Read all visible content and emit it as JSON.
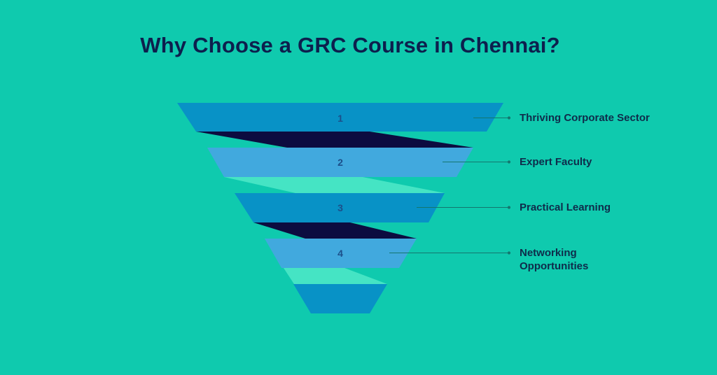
{
  "title": "Why Choose a GRC Course in Chennai?",
  "colors": {
    "background": "#0fcaae",
    "band_dark_blue": "#0892c6",
    "band_light_blue": "#41a9de",
    "connector_navy": "#0c0c40",
    "connector_mint": "#45e4c4",
    "title_text": "#0d1f4d",
    "label_text": "#0f2b4a",
    "leader_line": "#14766e"
  },
  "funnel": {
    "levels": [
      {
        "number": "1",
        "label": "Thriving Corporate Sector"
      },
      {
        "number": "2",
        "label": "Expert Faculty"
      },
      {
        "number": "3",
        "label": "Practical Learning"
      },
      {
        "number": "4",
        "label": "Networking Opportunities",
        "label_lines": [
          "Networking",
          "Opportunities"
        ]
      },
      {
        "number": "",
        "label": ""
      }
    ]
  }
}
